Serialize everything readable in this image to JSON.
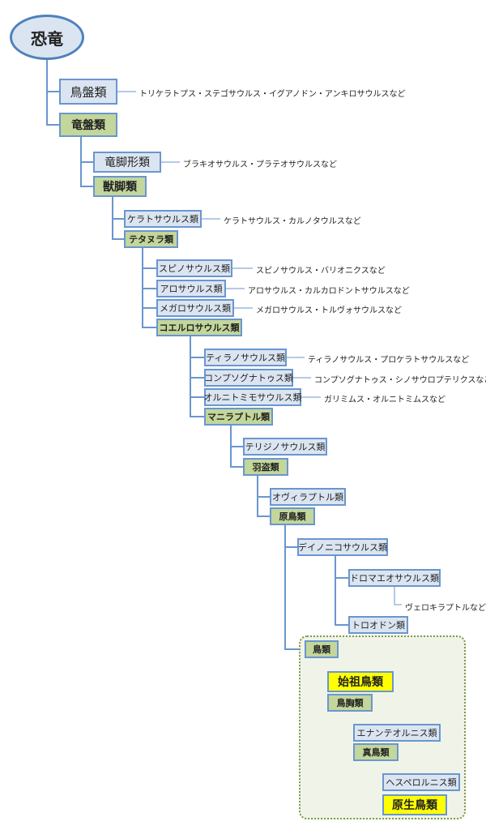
{
  "root": "恐竜",
  "nodes": {
    "chohan": "鳥盤類",
    "ryuban": "竜盤類",
    "ryukyaku": "竜脚形類",
    "jukyaku": "獣脚類",
    "keratosaurus": "ケラトサウルス類",
    "tetanurae": "テタヌラ類",
    "spinosaurus": "スピノサウルス類",
    "allosaurus": "アロサウルス類",
    "megalosaurus": "メガロサウルス類",
    "coelurosaurus": "コエルロサウルス類",
    "tyrannosaurus": "ティラノサウルス類",
    "compsognathus": "コンプソグナトゥス類",
    "ornithomimosaurus": "オルニトミモサウルス類",
    "maniraptora": "マニラプトル類",
    "therizinosaurus": "テリジノサウルス類",
    "uto": "羽盗類",
    "oviraptor": "オヴィラプトル類",
    "gencho": "原鳥類",
    "deinonychosaurus": "デイノニコサウルス類",
    "dromaeosaurus": "ドロマエオサウルス類",
    "troodon": "トロオドン類",
    "birds": "鳥類",
    "archaeopteryx": "始祖鳥類",
    "chokyou": "鳥胸類",
    "enantiornis": "エナンテオルニス類",
    "shincho": "真鳥類",
    "hesperornis": "ヘスペロルニス類",
    "gensei": "原生鳥類"
  },
  "examples": {
    "chohan": "トリケラトプス・ステゴサウルス・イグアノドン・アンキロサウルスなど",
    "ryukyaku": "ブラキオサウルス・プラテオサウルスなど",
    "keratosaurus": "ケラトサウルス・カルノタウルスなど",
    "spinosaurus": "スピノサウルス・バリオニクスなど",
    "allosaurus": "アロサウルス・カルカロドントサウルスなど",
    "megalosaurus": "メガロサウルス・トルヴォサウルスなど",
    "tyrannosaurus": "ティラノサウルス・プロケラトサウルスなど",
    "compsognathus": "コンプソグナトゥス・シノサウロプテリクスなど",
    "ornithomimosaurus": "ガリミムス・オルニトミムスなど",
    "dromaeosaurus": "ヴェロキラプトルなど"
  },
  "colors": {
    "line": "#6a96cf",
    "blue_fill": "#dbe5f1",
    "green_fill": "#c3d69b",
    "yellow_fill": "#ffff00",
    "group_fill": "#f0f4e8",
    "group_border": "#7e9a48"
  }
}
